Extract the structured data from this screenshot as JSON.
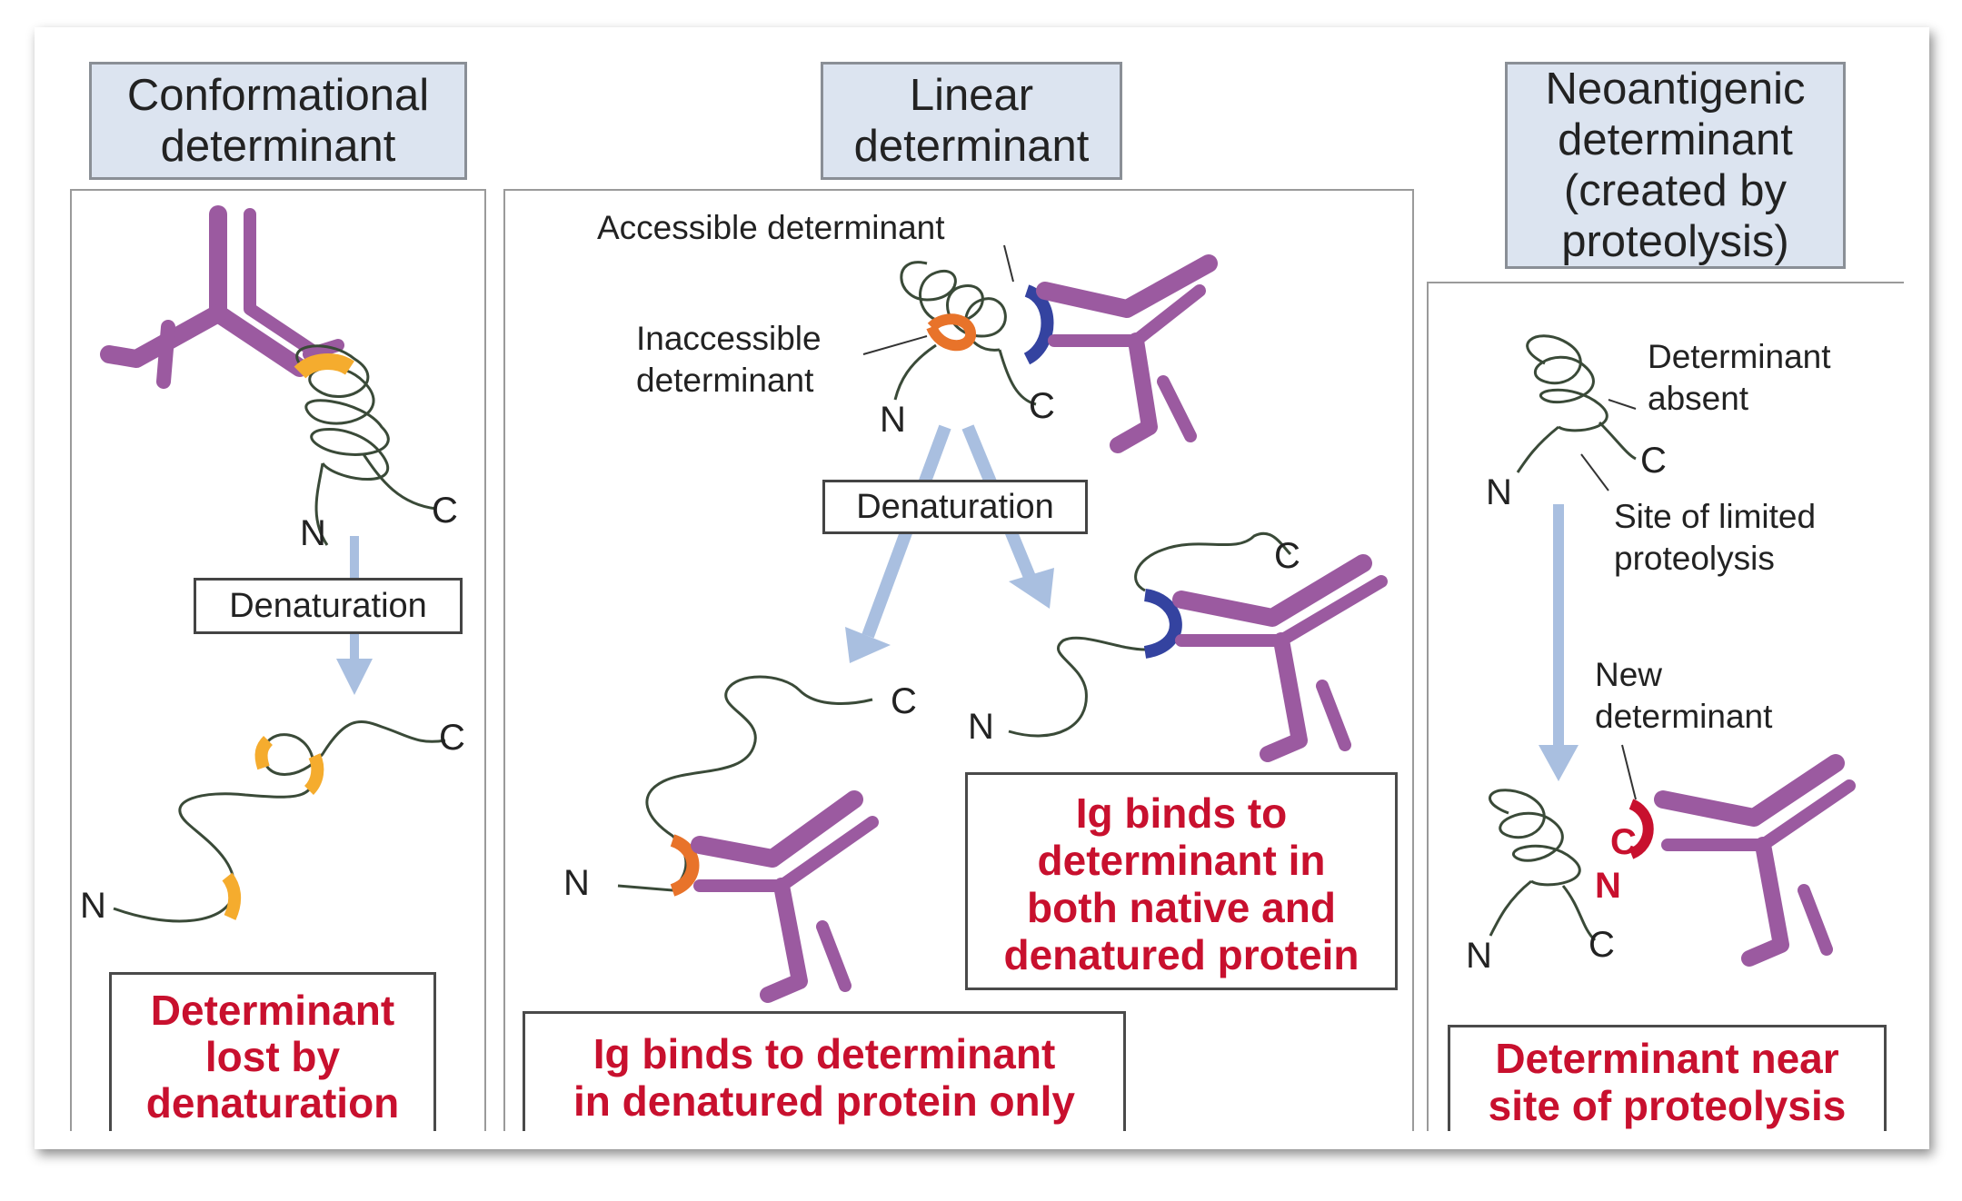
{
  "headers": {
    "conformational": "Conformational\ndeterminant",
    "linear": "Linear\ndeterminant",
    "neoantigenic": "Neoantigenic\ndeterminant\n(created by\nproteolysis)"
  },
  "process_label": "Denaturation",
  "labels": {
    "accessible": "Accessible determinant",
    "inaccessible": "Inaccessible\ndeterminant",
    "absent": "Determinant\nabsent",
    "site": "Site of limited\nproteolysis",
    "new_det": "New\ndeterminant"
  },
  "termini": {
    "n": "N",
    "c": "C"
  },
  "captions": {
    "lost": "Determinant\nlost by\ndenaturation",
    "denatured_only": "Ig binds to determinant\nin denatured protein only",
    "both": "Ig binds to\ndeterminant in\nboth native and\ndenatured protein",
    "near_site": "Determinant near\nsite of proteolysis"
  },
  "colors": {
    "antibody": "#9b5aa0",
    "chain": "#3a4a38",
    "conformational_epitope": "#f5ac2e",
    "inaccessible_epitope": "#e8732a",
    "accessible_epitope": "#3443a0",
    "new_epitope": "#c8102e",
    "arrow": "#a9bfe0",
    "caption_text": "#c8102e"
  }
}
